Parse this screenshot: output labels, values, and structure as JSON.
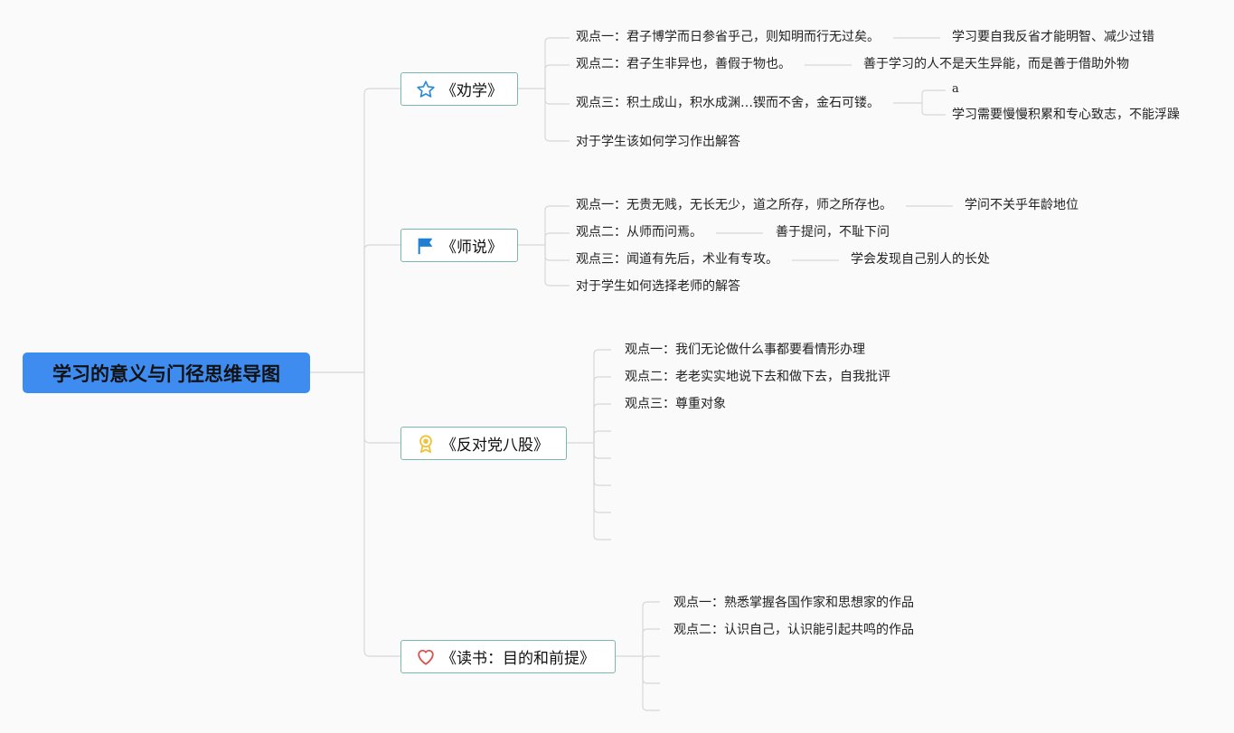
{
  "root": {
    "title": "学习的意义与门径思维导图"
  },
  "branches": [
    {
      "label": "《劝学》",
      "icon": "star-icon",
      "points": [
        {
          "text": "观点一：君子博学而日参省乎己，则知明而行无过矣。",
          "note": "学习要自我反省才能明智、减少过错"
        },
        {
          "text": "观点二：君子生非异也，善假于物也。",
          "note": "善于学习的人不是天生异能，而是善于借助外物"
        },
        {
          "text": "观点三：积土成山，积水成渊…锲而不舍，金石可镂。",
          "notes": [
            "a",
            "学习需要慢慢积累和专心致志，不能浮躁"
          ]
        },
        {
          "text": "对于学生该如何学习作出解答"
        }
      ]
    },
    {
      "label": "《师说》",
      "icon": "flag-icon",
      "points": [
        {
          "text": "观点一：无贵无贱，无长无少，道之所存，师之所存也。",
          "note": "学问不关乎年龄地位"
        },
        {
          "text": "观点二：从师而问焉。",
          "note": "善于提问，不耻下问"
        },
        {
          "text": "观点三：闻道有先后，术业有专攻。",
          "note": "学会发现自己别人的长处"
        },
        {
          "text": "对于学生如何选择老师的解答"
        }
      ]
    },
    {
      "label": "《反对党八股》",
      "icon": "award-icon",
      "points": [
        {
          "text": "观点一：我们无论做什么事都要看情形办理"
        },
        {
          "text": "观点二：老老实实地说下去和做下去，自我批评"
        },
        {
          "text": "观点三：尊重对象"
        },
        {
          "text": ""
        },
        {
          "text": ""
        },
        {
          "text": ""
        },
        {
          "text": ""
        },
        {
          "text": ""
        }
      ]
    },
    {
      "label": "《读书：目的和前提》",
      "icon": "heart-icon",
      "points": [
        {
          "text": "观点一：熟悉掌握各国作家和思想家的作品"
        },
        {
          "text": "观点二：认识自己，认识能引起共鸣的作品"
        },
        {
          "text": ""
        },
        {
          "text": ""
        },
        {
          "text": ""
        }
      ]
    }
  ],
  "colors": {
    "root": "#3f8cf0",
    "branch_border": "#7ab8ad",
    "line": "#d8d8d8",
    "star": "#2b8bd6",
    "flag": "#1f7fd1",
    "award": "#f0c23a",
    "heart": "#d9534f"
  }
}
